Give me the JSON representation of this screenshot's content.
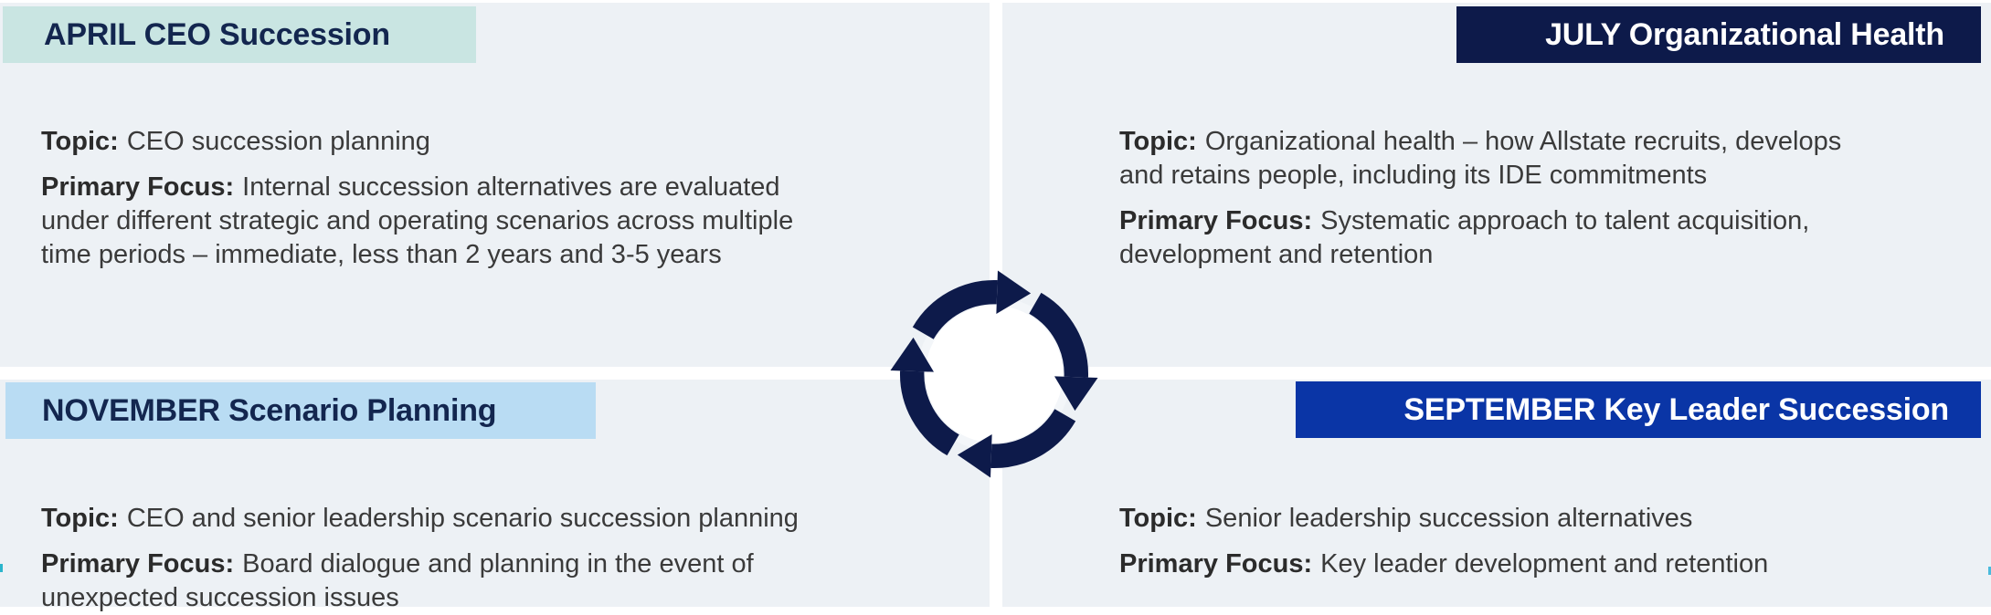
{
  "colors": {
    "page_background": "#ffffff",
    "quadrant_background": "#EDF1F5",
    "april_header_bg": "#C9E5E2",
    "july_header_bg": "#0D1A4A",
    "november_header_bg": "#B9DCF3",
    "september_header_bg": "#0A35A6",
    "header_text_dark": "#13264F",
    "header_text_light": "#FFFFFF",
    "body_text": "#3A3A3A",
    "icon_navy": "#0D1A4A",
    "stray_mark_left": "#2BB5CC",
    "stray_mark_right": "#49BBDD"
  },
  "center_icon": {
    "name": "cycle-arrows-icon"
  },
  "quadrants": [
    {
      "id": "april",
      "month_header": "APRIL CEO Succession",
      "topic_label": "Topic:",
      "topic": "CEO succession planning",
      "focus_label": "Primary Focus:",
      "focus": "Internal succession alternatives are evaluated\nunder different strategic and operating scenarios across multiple\ntime periods – immediate, less than 2 years and 3-5 years"
    },
    {
      "id": "july",
      "month_header": "JULY Organizational Health",
      "topic_label": "Topic:",
      "topic": "Organizational health – how Allstate recruits, develops\nand retains people, including its IDE commitments",
      "focus_label": "Primary Focus:",
      "focus": "Systematic approach to talent acquisition,\ndevelopment and retention"
    },
    {
      "id": "november",
      "month_header": "NOVEMBER Scenario Planning",
      "topic_label": "Topic:",
      "topic": "CEO and senior leadership scenario succession planning",
      "focus_label": "Primary Focus:",
      "focus": "Board dialogue and planning in the event of\nunexpected succession issues"
    },
    {
      "id": "september",
      "month_header": "SEPTEMBER Key Leader Succession",
      "topic_label": "Topic:",
      "topic": "Senior leadership succession alternatives",
      "focus_label": "Primary Focus:",
      "focus": "Key leader development and retention"
    }
  ]
}
